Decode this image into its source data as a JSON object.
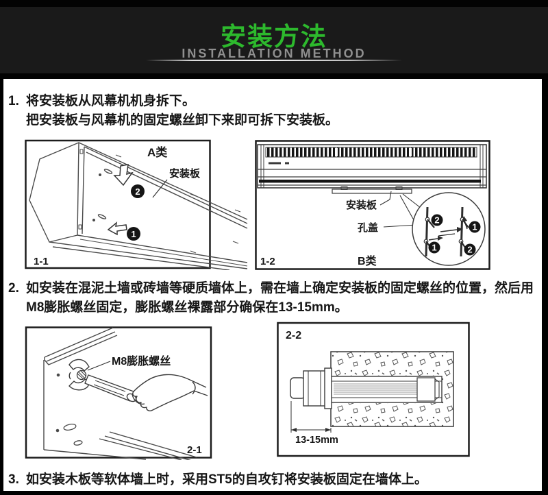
{
  "header": {
    "title": "安装方法",
    "subtitle": "INSTALLATION METHOD"
  },
  "colors": {
    "accent_green": "#2db92d",
    "header_bg": "#1a1a1a",
    "subtitle_gray": "#8f8f8f",
    "text": "#161616"
  },
  "steps": [
    {
      "num": "1.",
      "lines": [
        "将安装板从风幕机机身拆下。",
        "把安装板与风幕机的固定螺丝卸下来即可拆下安装板。"
      ]
    },
    {
      "num": "2.",
      "lines": [
        "如安装在混泥土墙或砖墙等硬质墙体上，需在墙上确定安装板的固定螺丝的位置，然后用",
        "M8膨胀螺丝固定，膨胀螺丝裸露部分确保在13-15mm。"
      ]
    },
    {
      "num": "3.",
      "lines": [
        "如安装木板等软体墙上时，采用ST5的自攻钉将安装板固定在墙体上。"
      ]
    }
  ],
  "figures": {
    "fig1_1": {
      "id": "1-1",
      "type_label": "A类",
      "part_label": "安装板",
      "badge1": "1",
      "badge2": "2"
    },
    "fig1_2": {
      "id": "1-2",
      "type_label": "B类",
      "part_label": "安装板",
      "hole_cover_label": "孔盖",
      "badges": {
        "l_top": "2",
        "l_bottom": "1",
        "r_top": "1",
        "r_bottom": "2"
      }
    },
    "fig2_1": {
      "id": "2-1",
      "bolt_label": "M8膨胀螺丝"
    },
    "fig2_2": {
      "id": "2-2",
      "dimension": "13-15mm"
    }
  }
}
